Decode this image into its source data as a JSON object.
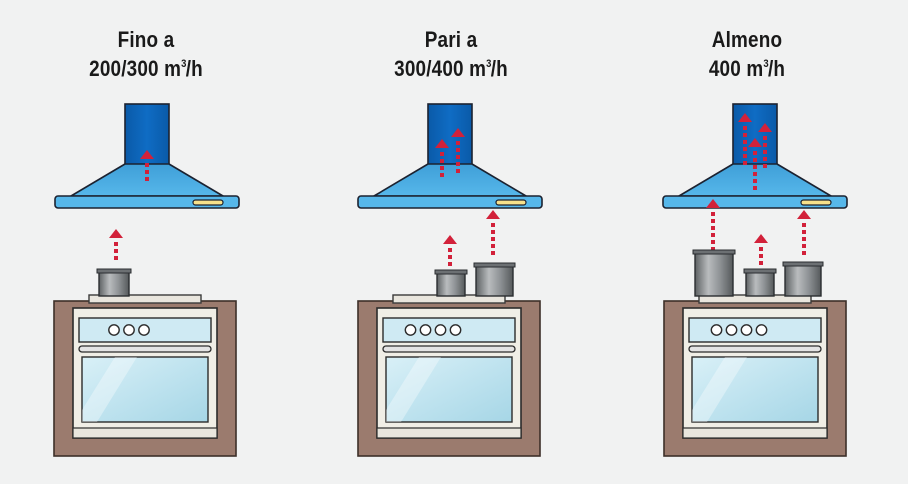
{
  "panels": [
    {
      "line1": "Fino a",
      "line2_value": "200/300 m",
      "line2_sup": "3",
      "line2_tail": "/h",
      "pots": 1
    },
    {
      "line1": "Pari a",
      "line2_value": "300/400 m",
      "line2_sup": "3",
      "line2_tail": "/h",
      "pots": 2
    },
    {
      "line1": "Almeno",
      "line2_value": "400 m",
      "line2_sup": "3",
      "line2_tail": "/h",
      "pots": 3
    }
  ],
  "colors": {
    "background": "#f1f2f2",
    "hood_chimney": "#0f6cc4",
    "hood_canopy": "#56b7ea",
    "hood_outline": "#1c2230",
    "airflow_arrow": "#d2213a",
    "cabinet": "#9b7b6e",
    "oven_body": "#f0eee6",
    "oven_glass": "#bfe3ef",
    "pot": "#8f9396"
  }
}
